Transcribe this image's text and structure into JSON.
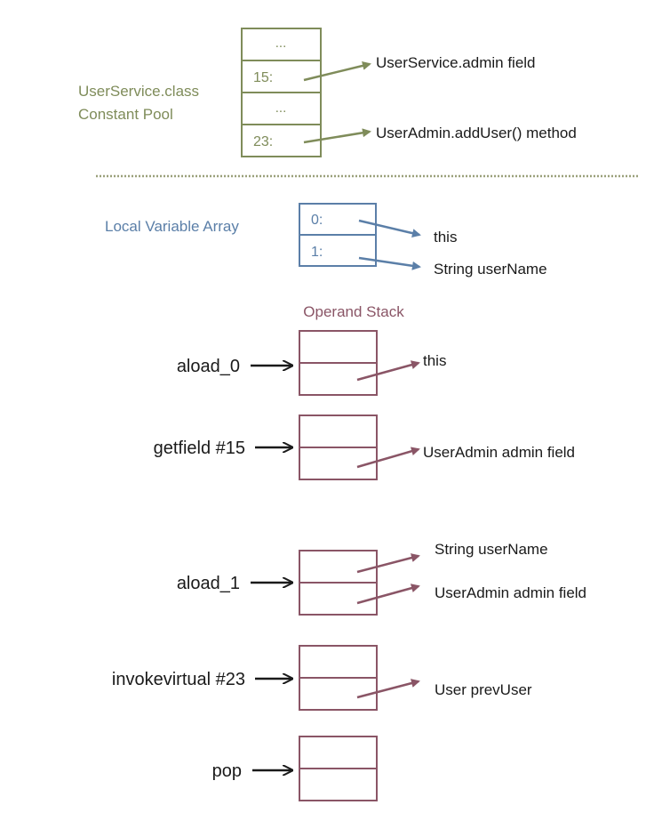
{
  "constant_pool": {
    "label_line1": "UserService.class",
    "label_line2": "Constant Pool",
    "cells": [
      "...",
      "15:",
      "...",
      "23:"
    ],
    "targets": [
      "UserService.admin field",
      "UserAdmin.addUser() method"
    ]
  },
  "local_vars": {
    "label": "Local Variable Array",
    "cells": [
      "0:",
      "1:"
    ],
    "targets": [
      "this",
      "String userName"
    ]
  },
  "operand_stack": {
    "title": "Operand Stack",
    "steps": [
      {
        "instruction": "aload_0",
        "values": [
          "this"
        ]
      },
      {
        "instruction": "getfield #15",
        "values": [
          "UserAdmin admin field"
        ]
      },
      {
        "instruction": "aload_1",
        "values": [
          "String userName",
          "UserAdmin admin field"
        ]
      },
      {
        "instruction": "invokevirtual #23",
        "values": [
          "User prevUser"
        ]
      },
      {
        "instruction": "pop",
        "values": []
      }
    ]
  },
  "colors": {
    "constant_pool": "#7f8c5a",
    "local_vars": "#5b7fa8",
    "operand_stack": "#8a5566",
    "divider": "#9aa07a"
  }
}
